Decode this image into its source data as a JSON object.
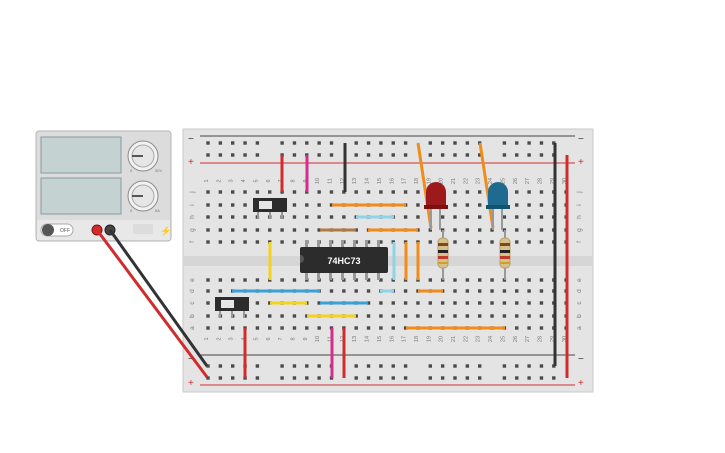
{
  "power_supply": {
    "voltage_label": "",
    "current_label": "",
    "off_label": "OFF",
    "knob1_max": "30V",
    "knob1_min": "0",
    "knob2_max": "5A",
    "knob2_min": "0",
    "power_on": false
  },
  "breadboard": {
    "rows_left": [
      "j",
      "i",
      "h",
      "g",
      "f",
      "e",
      "d",
      "c",
      "b",
      "a"
    ],
    "rail_minus": "−",
    "rail_plus": "+",
    "columns": [
      "1",
      "2",
      "3",
      "4",
      "5",
      "6",
      "7",
      "8",
      "9",
      "10",
      "11",
      "12",
      "13",
      "14",
      "15",
      "16",
      "17",
      "18",
      "19",
      "20",
      "21",
      "22",
      "23",
      "24",
      "25",
      "26",
      "27",
      "28",
      "29",
      "30"
    ]
  },
  "chip": {
    "label": "74HC73"
  },
  "leds": [
    {
      "name": "red-led",
      "color": "#9e1a1a"
    },
    {
      "name": "blue-led",
      "color": "#1f6b8f"
    }
  ],
  "colors": {
    "wire_red": "#d12b2b",
    "wire_black": "#333333",
    "wire_orange": "#f08c1a",
    "wire_yellow": "#f5d31d",
    "wire_blue": "#3aa0d8",
    "wire_lightblue": "#8fd3e8",
    "wire_pink": "#d42d8c",
    "wire_brown": "#b07a44"
  }
}
